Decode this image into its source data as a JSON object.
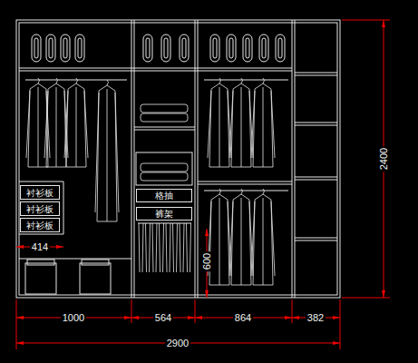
{
  "diagram": {
    "nodes": [
      {
        "text": [
          "衬衫板"
        ]
      },
      {
        "text": [
          "衬衫板"
        ]
      },
      {
        "text": [
          "衬衫板"
        ]
      },
      {
        "text": [
          "格抽"
        ]
      },
      {
        "text": [
          "裤架"
        ]
      }
    ],
    "labels": [
      "414",
      "600",
      "1000",
      "564",
      "864",
      "382",
      "2900",
      "2400"
    ]
  }
}
